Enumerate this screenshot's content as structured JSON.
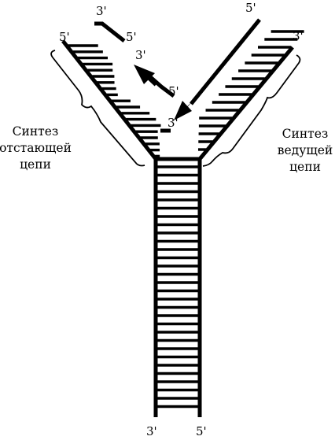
{
  "end_labels": {
    "lagging_top_3": "3'",
    "lagging_top_5": "5'",
    "lagging_inner_5": "5'",
    "lagging_arrow_3": "3'",
    "leading_top_5": "5'",
    "leading_outer_3": "3'",
    "leading_inner_5": "5'",
    "leading_inner_3": "3'",
    "bottom_left_3": "3'",
    "bottom_right_5": "5'"
  },
  "captions": {
    "lagging": [
      "Синтез",
      "отстающей",
      "цепи"
    ],
    "leading": [
      "Синтез",
      "ведущей",
      "цепи"
    ]
  }
}
